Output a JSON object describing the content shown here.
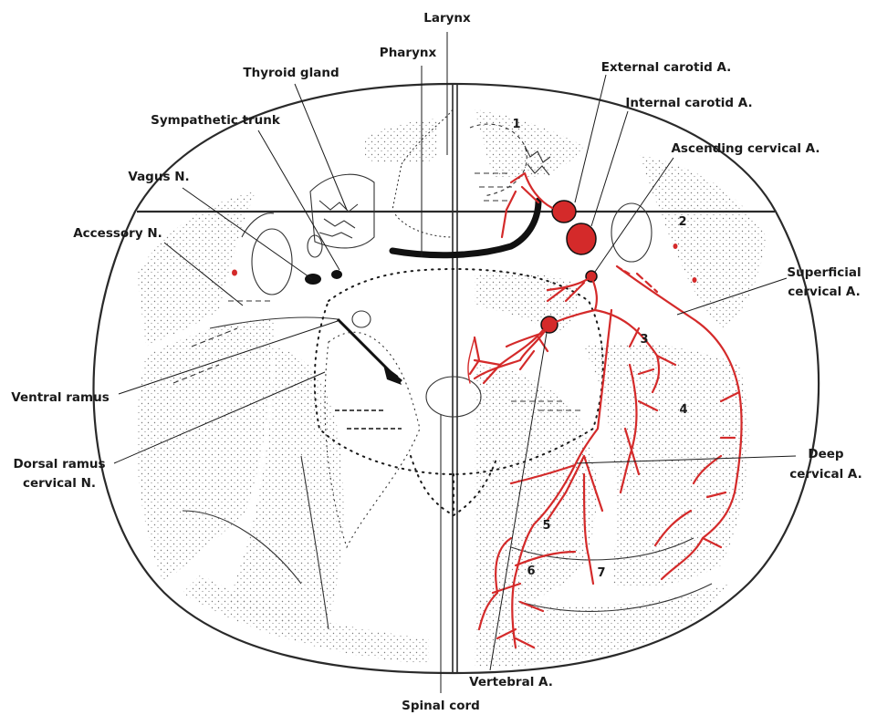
{
  "labels": {
    "larynx": "Larynx",
    "pharynx": "Pharynx",
    "thyroid_gland": "Thyroid gland",
    "sympathetic_trunk": "Sympathetic trunk",
    "vagus_n": "Vagus N.",
    "accessory_n": "Accessory N.",
    "ventral_ramus": "Ventral ramus",
    "dorsal_ramus_1": "Dorsal ramus",
    "dorsal_ramus_2": "cervical N.",
    "external_carotid": "External carotid A.",
    "internal_carotid": "Internal carotid A.",
    "ascending_cervical": "Ascending cervical A.",
    "superficial_cervical_1": "Superficial",
    "superficial_cervical_2": "cervical A.",
    "deep_cervical_1": "Deep",
    "deep_cervical_2": "cervical A.",
    "vertebral": "Vertebral A.",
    "spinal_cord": "Spinal cord"
  },
  "numbers": [
    "1",
    "2",
    "3",
    "4",
    "5",
    "6",
    "7"
  ],
  "colors": {
    "artery": "#d42a2a",
    "outline": "#2a2a2a",
    "stipple": "#8a8a8a"
  }
}
